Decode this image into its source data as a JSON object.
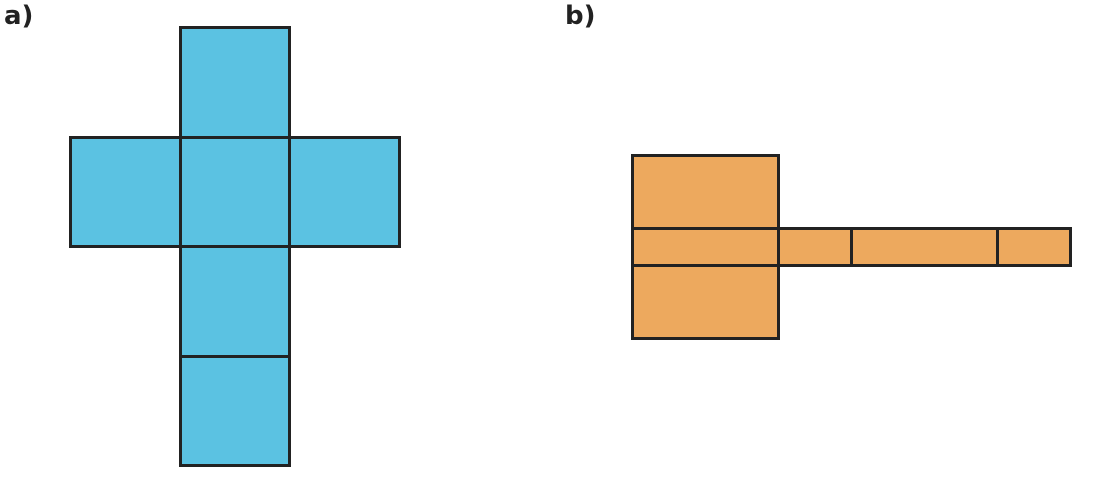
{
  "labels": {
    "a": "a)",
    "b": "b)"
  },
  "colors": {
    "net_a_fill": "#5bc2e2",
    "net_b_fill": "#eda95e",
    "stroke": "#222222",
    "text": "#222222"
  },
  "nets": {
    "a": {
      "description_shape": "cube-net",
      "face_count": 6
    },
    "b": {
      "description_shape": "cuboid-net",
      "face_count": 6
    }
  }
}
